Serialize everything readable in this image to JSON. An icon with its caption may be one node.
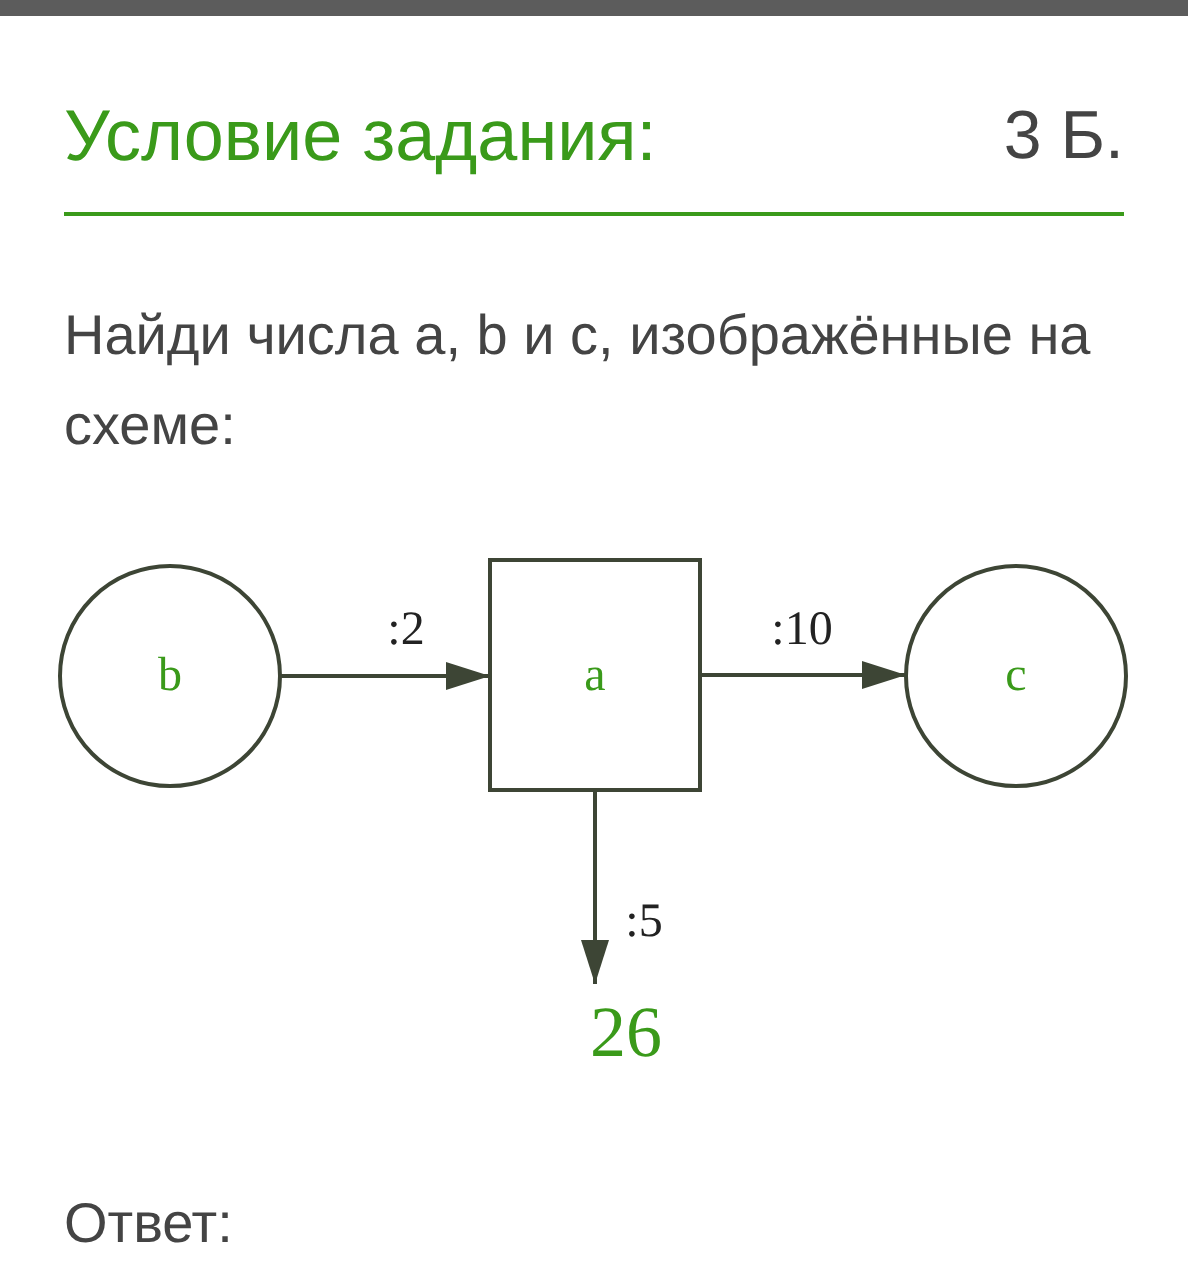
{
  "diagram": {
    "title": "Условие задания:",
    "nodes": [
      {
        "text": [
          "b"
        ]
      },
      {
        "text": [
          "a"
        ]
      },
      {
        "text": [
          "c"
        ]
      },
      {
        "text": [
          "26"
        ]
      }
    ],
    "edges": [
      {
        "from": 0,
        "to": 1,
        "arrow": "to",
        "label": ":2"
      },
      {
        "from": 1,
        "to": 2,
        "arrow": "to",
        "label": ":10"
      },
      {
        "from": 1,
        "to": 3,
        "arrow": "to",
        "label": ":5"
      }
    ],
    "labels": [
      "3 Б.",
      "Найди числа **a**, **b** и **c**, изображённые на схеме:",
      "Ответ:"
    ]
  }
}
